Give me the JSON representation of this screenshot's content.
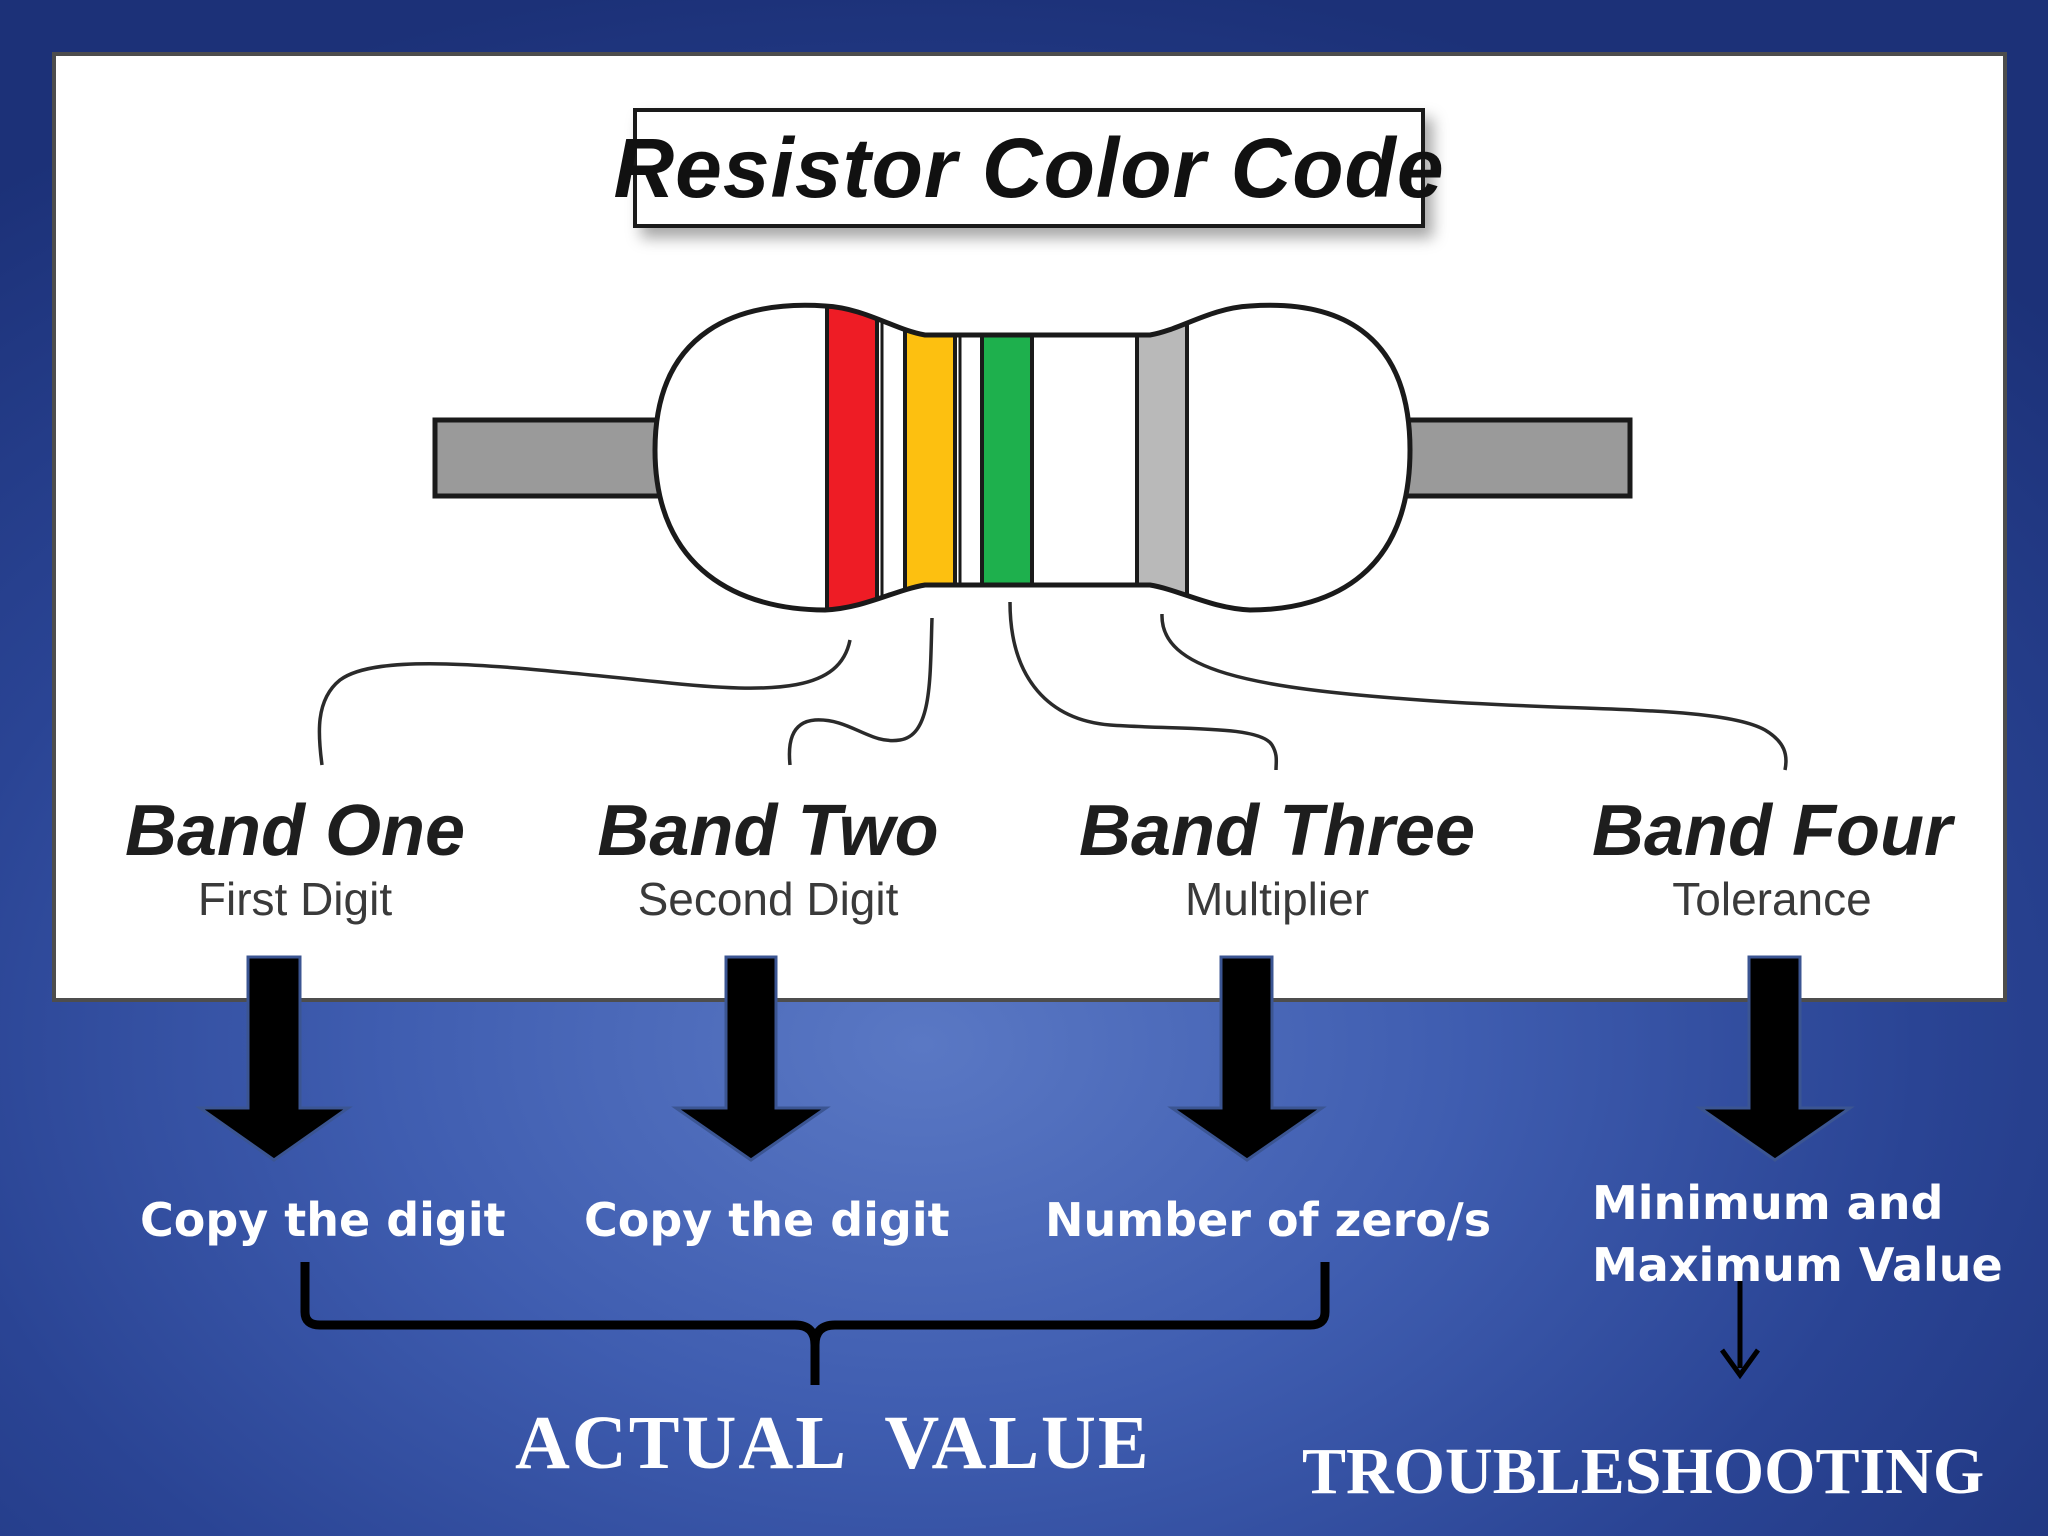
{
  "title": "Resistor Color Code",
  "colors": {
    "band_red": "#ee1c25",
    "band_yellow": "#fdc010",
    "band_green": "#1eb04d",
    "band_gray": "#b9b9b9",
    "lead_gray": "#9a9a9a",
    "background_blue": "#2a4494"
  },
  "bands": [
    {
      "title": "Band One",
      "subtitle": "First Digit",
      "action": "Copy the digit"
    },
    {
      "title": "Band Two",
      "subtitle": "Second Digit",
      "action": "Copy the digit"
    },
    {
      "title": "Band Three",
      "subtitle": "Multiplier",
      "action": "Number of zero/s"
    },
    {
      "title": "Band Four",
      "subtitle": "Tolerance",
      "action_line1": "Minimum and",
      "action_line2": "Maximum Value"
    }
  ],
  "footer": {
    "actual_value": "ACTUAL  VALUE",
    "troubleshooting": "TROUBLESHOOTING"
  }
}
